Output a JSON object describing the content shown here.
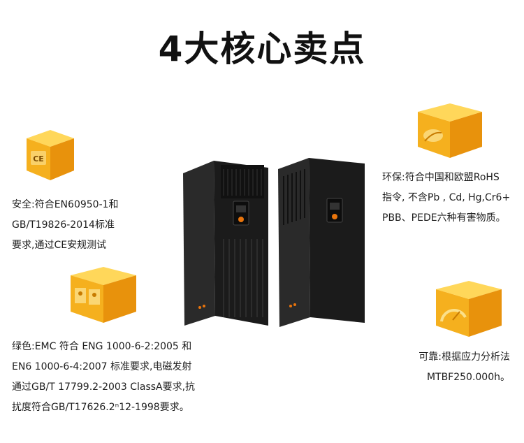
{
  "title": "4大核心卖点",
  "cubes": {
    "safety_icon": "ce-mark-icon",
    "eco_icon": "leaf-eco-icon",
    "green_icon": "emc-certificate-icon",
    "reliable_icon": "gauge-icon",
    "ce_text": "CE",
    "color_top": "#ffd75a",
    "color_front": "#f5b01e",
    "color_side": "#e8920c"
  },
  "features": {
    "safety": {
      "lines": [
        "安全:符合EN60950-1和",
        "GB/T19826-2014标准",
        "要求,通过CE安规测试"
      ]
    },
    "eco": {
      "lines": [
        "环保:符合中国和欧盟RoHS",
        "指令, 不含Pb , Cd, Hg,Cr6+",
        "PBB、PEDE六种有害物质。"
      ]
    },
    "green": {
      "lines": [
        "绿色:EMC 符合 ENG 1000-6-2:2005 和",
        "EN6 1000-6-4:2007 标准要求,电磁发射",
        "通过GB/T 17799.2-2003 ClassA要求,抗",
        "扰度符合GB/T17626.2ⁿ12-1998要求。"
      ]
    },
    "reliable": {
      "lines": [
        "可靠:根据应力分析法",
        "MTBF250.000h。"
      ]
    }
  },
  "product": {
    "image": "precision-air-conditioner-cabinets",
    "cabinet_color": "#1b1b1b",
    "accent_color": "#e8740c"
  }
}
